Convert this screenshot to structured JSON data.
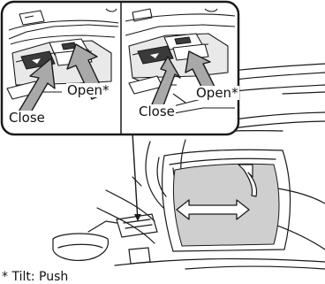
{
  "labels": {
    "open_left": "Open*",
    "close_left": "Close",
    "close_right": "Close",
    "open_right": "Open*"
  },
  "footnote": "* Tilt: Push",
  "colors": {
    "line": "#1a1a1a",
    "panel": "#e9e9e9",
    "arrow_fill": "#a9a9a9",
    "button_dark": "#3a3a3a",
    "glass": "#cfcfcf"
  }
}
